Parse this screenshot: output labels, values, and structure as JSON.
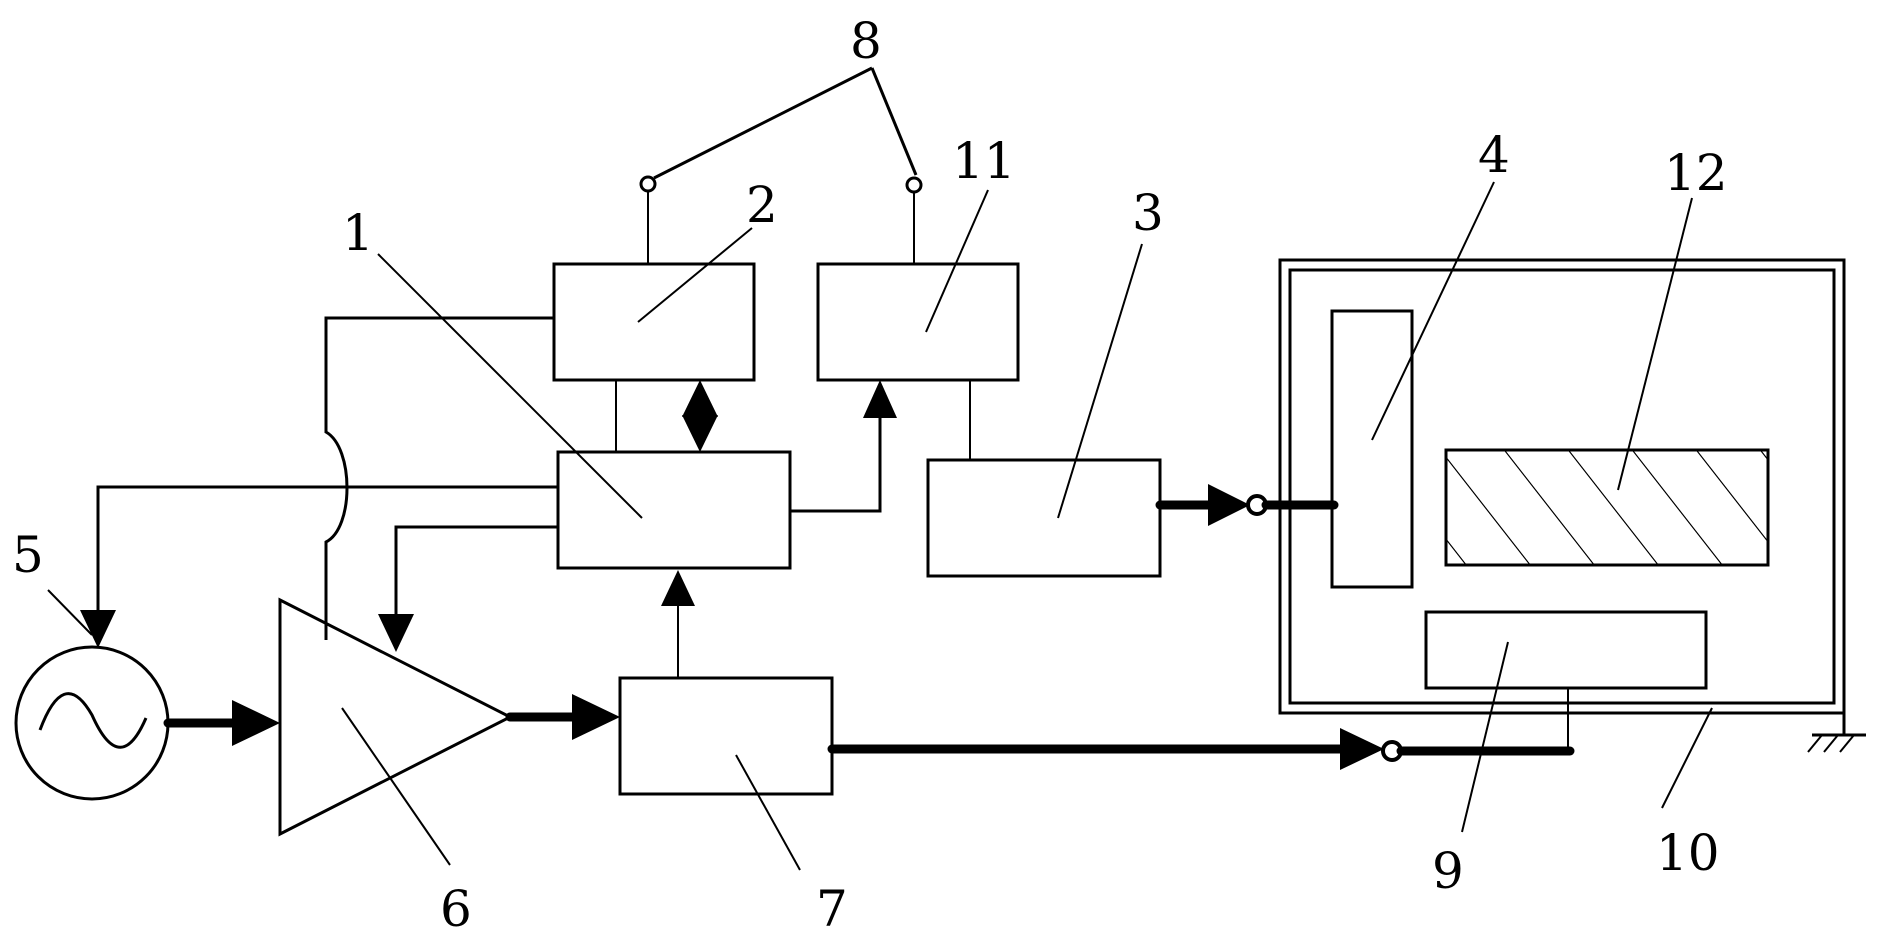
{
  "diagram": {
    "labels": {
      "l1": "1",
      "l2": "2",
      "l3": "3",
      "l4": "4",
      "l5": "5",
      "l6": "6",
      "l7": "7",
      "l8": "8",
      "l9": "9",
      "l10": "10",
      "l11": "11",
      "l12": "12"
    },
    "colors": {
      "line": "#000000",
      "background": "#ffffff"
    }
  }
}
